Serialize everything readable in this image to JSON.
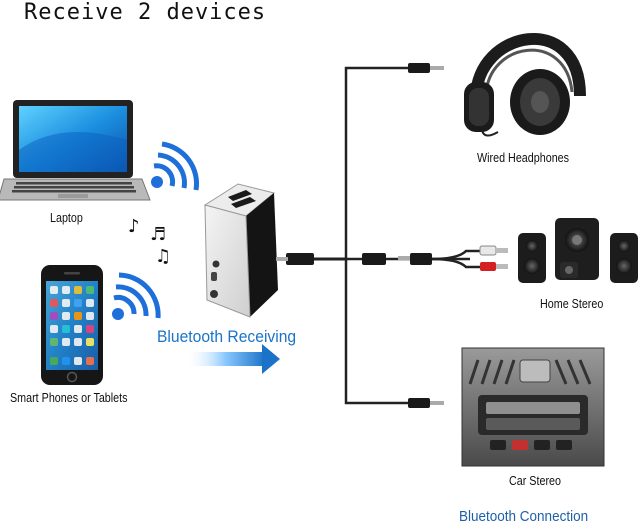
{
  "title": "Receive 2 devices",
  "devices": {
    "laptop": {
      "label": "Laptop"
    },
    "phone": {
      "label": "Smart Phones or Tablets"
    },
    "headphones": {
      "label": "Wired Headphones"
    },
    "stereo": {
      "label": "Home Stereo"
    },
    "car": {
      "label": "Car Stereo"
    }
  },
  "receiving_label": "Bluetooth Receiving",
  "connection_label": "Bluetooth Connection",
  "colors": {
    "accent_blue": "#1a73c8",
    "signal_blue": "#1e6fd9",
    "cable": "#222222"
  }
}
